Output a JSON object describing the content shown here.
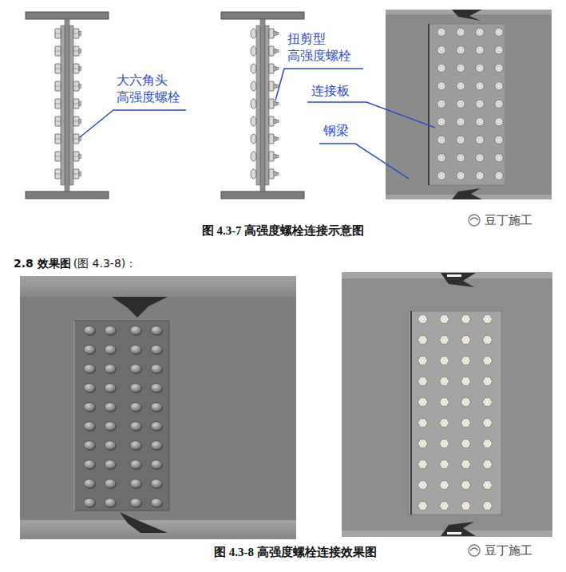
{
  "diagram": {
    "labels": [
      "大六角头 高强度螺栓",
      "扭剪型 高强度螺栓",
      "连接板",
      "钢梁",
      "图 4.3-7 高强度螺栓连接示意图",
      "豆丁施工",
      "2.8 效果图",
      "(图 4.3-8)：",
      "图 4.3-8 高强度螺栓连接效果图",
      "豆丁施工"
    ]
  }
}
